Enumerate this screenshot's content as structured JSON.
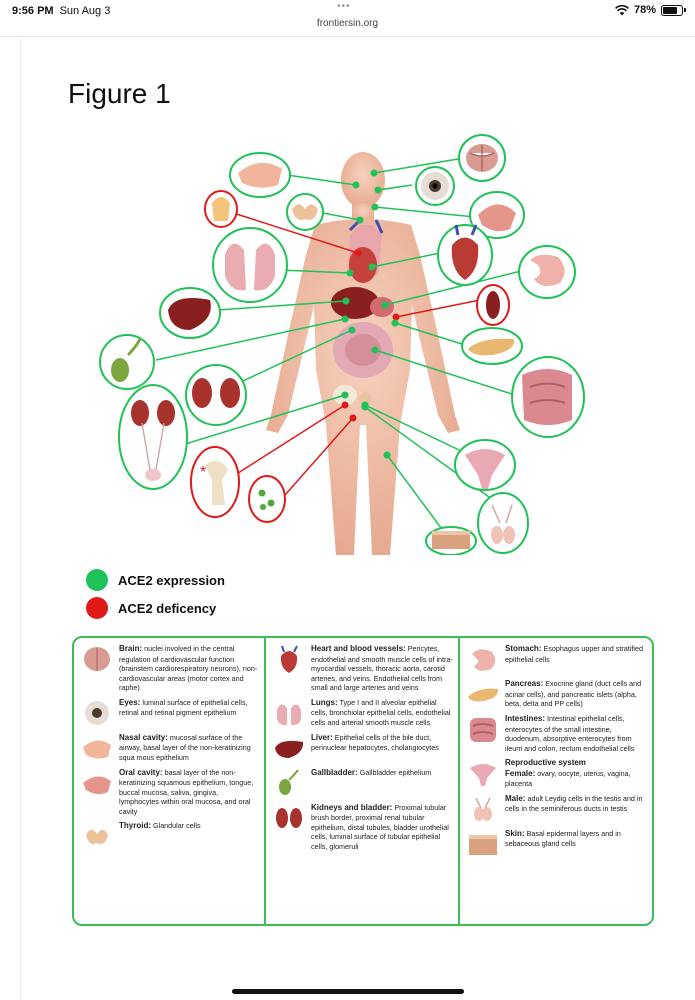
{
  "status_bar": {
    "time": "9:56 PM",
    "date": "Sun Aug 3",
    "url": "frontiersin.org",
    "battery": "78%",
    "battery_level": 0.78
  },
  "figure": {
    "title": "Figure 1"
  },
  "colors": {
    "expression": "#1fc257",
    "deficiency": "#e01a1a",
    "table_border": "#3bbf55"
  },
  "legend": {
    "expression": "ACE2 expression",
    "deficiency": "ACE2 deficency"
  },
  "table": {
    "col1": [
      {
        "icon": "brain-icon",
        "title": "Brain:",
        "text": "nuclei involved in the central regulation of cardiovascular function (brainstem cardiorespiratory neurons), non-cardiovascular areas (motor cortex and raphe)"
      },
      {
        "icon": "eye-icon",
        "title": "Eyes:",
        "text": "luminal surface of epithelial cells, retinal and retinal pigment epithelium"
      },
      {
        "icon": "nasal-cavity-icon",
        "title": "Nasal cavity:",
        "text": "mucosal surface of the airway, basal layer of the non-keratinizing squa mous epithelium"
      },
      {
        "icon": "oral-cavity-icon",
        "title": "Oral cavity:",
        "text": "basal layer of the non-keratinizing squamous epithelium, tongue, buccal mucosa, saliva, gingiva, lymphocytes within oral mucosa, and oral cavity"
      },
      {
        "icon": "thyroid-icon",
        "title": "Thyroid:",
        "text": "Glandular cells"
      }
    ],
    "col2": [
      {
        "icon": "heart-icon",
        "title": "Heart and blood vessels:",
        "text": "Pericytes, endothelial and smooth muscle cells of intra-myocardial vessels, thoracic aorta, carotid arteries, and veins. Endothelial cells from small and large arteries and veins"
      },
      {
        "icon": "lungs-icon",
        "title": "Lungs:",
        "text": "Type I and II alveolar epithelial cells, bronchiolar epithelial cells, endothelial cells and arterial smooth muscle cells"
      },
      {
        "icon": "liver-icon",
        "title": "Liver:",
        "text": "Epithelial cells of the bile duct, perinuclear hepatocytes, cholangiocytes"
      },
      {
        "icon": "gallbladder-icon",
        "title": "Gallbladder:",
        "text": "Gallbladder epithelium"
      },
      {
        "icon": "kidney-icon",
        "title": "Kidneys and bladder:",
        "text": "Proximal tubular brush border, proximal renal tubular epithelium, distal tubules, bladder urothelial cells, luminal surface of tubular epithelial cells, glomeruli"
      }
    ],
    "col3": [
      {
        "icon": "stomach-icon",
        "title": "Stomach:",
        "text": "Esophagus upper and stratified epithelial cells"
      },
      {
        "icon": "pancreas-icon",
        "title": "Pancreas:",
        "text": "Exocrine gland (duct cells and acinar cells), and pancreatic islets (alpha, beta, delta and PP cells)"
      },
      {
        "icon": "intestine-icon",
        "title": "Intestines:",
        "text": "Intestinal epithelial cells, enterocytes of the small intestine, duodenum, absorptive enterocytes from ileum and colon, rectum endothelial cells"
      },
      {
        "icon": "uterus-icon",
        "title": "Reproductive system",
        "subtitle": "Female:",
        "text": "ovary, oocyte, uterus, vagina, placenta"
      },
      {
        "icon": "testis-icon",
        "title": "Male:",
        "text": "adult Leydig cells in the testis and in cells in the seminiferous ducts in testis"
      },
      {
        "icon": "skin-icon",
        "title": "Skin:",
        "text": "Basal epidermal layers and in sebaceous gland cells"
      }
    ]
  }
}
